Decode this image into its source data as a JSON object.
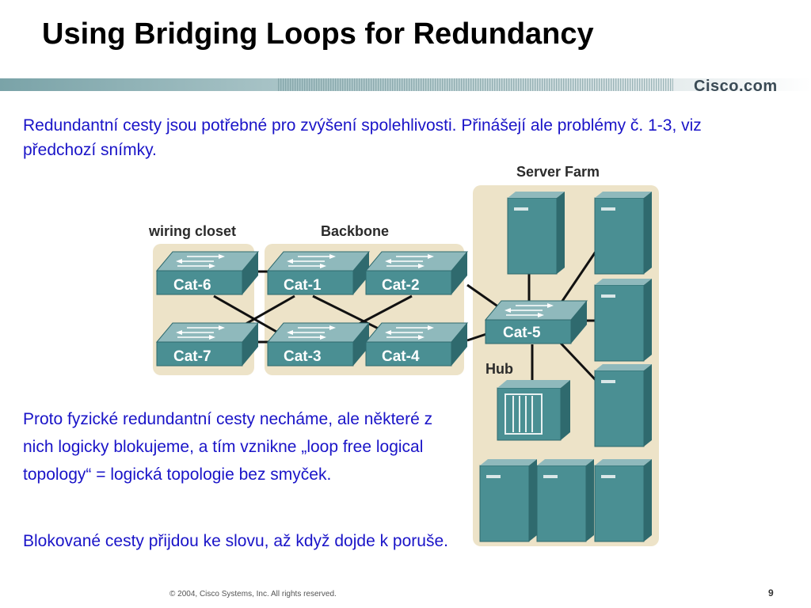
{
  "slide": {
    "title": "Using Bridging Loops for Redundancy",
    "brand": "Cisco.com",
    "paragraph1": "Redundantní cesty jsou potřebné pro zvýšení spolehlivosti. Přinášejí ale problémy č. 1-3, viz předchozí snímky.",
    "paragraph2": "Proto fyzické redundantní cesty necháme, ale některé z nich logicky blokujeme, a tím vznikne „loop free logical topology“ = logická topologie bez smyček.",
    "paragraph3": "Blokované cesty přijdou ke slovu, až když dojde k poruše.",
    "footer": "© 2004, Cisco Systems, Inc. All rights reserved.",
    "page_number": "9"
  },
  "diagram": {
    "group_labels": {
      "wiring_closet": "wiring closet",
      "backbone": "Backbone",
      "server_farm": "Server Farm",
      "hub": "Hub"
    },
    "switches": {
      "cat6": "Cat-6",
      "cat7": "Cat-7",
      "cat1": "Cat-1",
      "cat2": "Cat-2",
      "cat3": "Cat-3",
      "cat4": "Cat-4",
      "cat5": "Cat-5"
    },
    "colors": {
      "device": "#4a8f93",
      "device_dark": "#2f6a6e",
      "panel": "#ede3c8",
      "link": "#111111",
      "text_blue": "#1a14c8"
    }
  }
}
